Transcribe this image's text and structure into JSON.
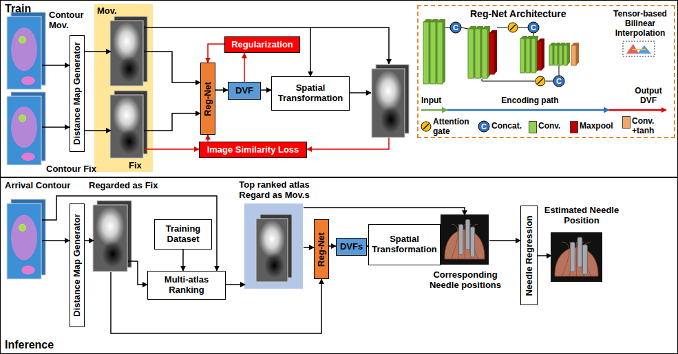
{
  "diagram": {
    "nodes": [
      {
        "text": [
          "Train"
        ]
      },
      {
        "text": [
          "Contour Mov."
        ],
        "in": 0
      },
      {
        "text": [
          "Contour Fix"
        ],
        "in": 0
      },
      {
        "text": [
          "Distance Map Generator"
        ],
        "in": 0
      },
      {
        "text": [
          "Mov."
        ],
        "in": 0
      },
      {
        "text": [
          "Fix"
        ],
        "in": 0
      },
      {
        "text": [
          "Reg-Net"
        ],
        "in": 0
      },
      {
        "text": [
          "Regularization"
        ],
        "in": 0
      },
      {
        "text": [
          "DVF"
        ],
        "in": 0
      },
      {
        "text": [
          "Spatial Transformation"
        ],
        "in": 0
      },
      {
        "text": [
          "Image Similarity Loss"
        ],
        "in": 0
      },
      {
        "text": [
          "Reg-Net Architecture"
        ],
        "in": 0
      },
      {
        "text": [
          "Inference"
        ]
      },
      {
        "text": [
          "Arrival Contour"
        ],
        "in": 12
      },
      {
        "text": [
          "Distance Map Generator"
        ],
        "in": 12
      },
      {
        "text": [
          "Regarded as Fix"
        ],
        "in": 12
      },
      {
        "text": [
          "Training Dataset"
        ],
        "in": 12
      },
      {
        "text": [
          "Multi-atlas Ranking"
        ],
        "in": 12
      },
      {
        "text": [
          "Top ranked atlas Regard as Mov.s"
        ],
        "in": 12
      },
      {
        "text": [
          "Reg-Net"
        ],
        "in": 12
      },
      {
        "text": [
          "DVFs"
        ],
        "in": 12
      },
      {
        "text": [
          "Spatial Transformation"
        ],
        "in": 12
      },
      {
        "text": [
          "Corresponding Needle positions"
        ],
        "in": 12
      },
      {
        "text": [
          "Needle Regression"
        ],
        "in": 12
      },
      {
        "text": [
          "Estimated Needle Position"
        ],
        "in": 12
      }
    ],
    "edges": [
      {
        "from": 1,
        "to": 3,
        "arrow": "to"
      },
      {
        "from": 2,
        "to": 3,
        "arrow": "to"
      },
      {
        "from": 3,
        "to": 4,
        "arrow": "to"
      },
      {
        "from": 3,
        "to": 5,
        "arrow": "to"
      },
      {
        "from": 4,
        "to": 6,
        "arrow": "to"
      },
      {
        "from": 5,
        "to": 6,
        "arrow": "to"
      },
      {
        "from": 6,
        "to": 8,
        "arrow": "to"
      },
      {
        "from": 8,
        "to": 7,
        "arrow": "to"
      },
      {
        "from": 7,
        "to": 6,
        "arrow": "to"
      },
      {
        "from": 8,
        "to": 9,
        "arrow": "to"
      },
      {
        "from": 4,
        "to": 9,
        "arrow": "to"
      },
      {
        "from": 5,
        "to": 10,
        "arrow": "to"
      },
      {
        "from": 10,
        "to": 6,
        "arrow": "to"
      },
      {
        "from": 13,
        "to": 14,
        "arrow": "to"
      },
      {
        "from": 14,
        "to": 15,
        "arrow": "to"
      },
      {
        "from": 13,
        "to": 17,
        "arrow": "to"
      },
      {
        "from": 16,
        "to": 17,
        "arrow": "to"
      },
      {
        "from": 15,
        "to": 17,
        "arrow": "to"
      },
      {
        "from": 17,
        "to": 18,
        "arrow": "to"
      },
      {
        "from": 18,
        "to": 19,
        "arrow": "to"
      },
      {
        "from": 15,
        "to": 19,
        "arrow": "to"
      },
      {
        "from": 19,
        "to": 20,
        "arrow": "to"
      },
      {
        "from": 20,
        "to": 21,
        "arrow": "to"
      },
      {
        "from": 18,
        "to": 22,
        "arrow": "to"
      },
      {
        "from": 21,
        "to": 22,
        "arrow": "to"
      },
      {
        "from": 22,
        "to": 23,
        "arrow": "to"
      },
      {
        "from": 23,
        "to": 24,
        "arrow": "to"
      }
    ],
    "labels": [
      "C",
      "C",
      "C",
      "Tensor-based Bilinear Interpolation",
      "Input",
      "Encoding path",
      "Output DVF",
      "C"
    ],
    "legend": [
      {
        "text": "Attention gate"
      },
      {
        "text": "Concat."
      },
      {
        "text": "Conv.",
        "color": "#92d050"
      },
      {
        "text": "Maxpool",
        "color": "#c00000"
      },
      {
        "text": "Conv. +tanh",
        "color": "#f0a868"
      }
    ]
  }
}
